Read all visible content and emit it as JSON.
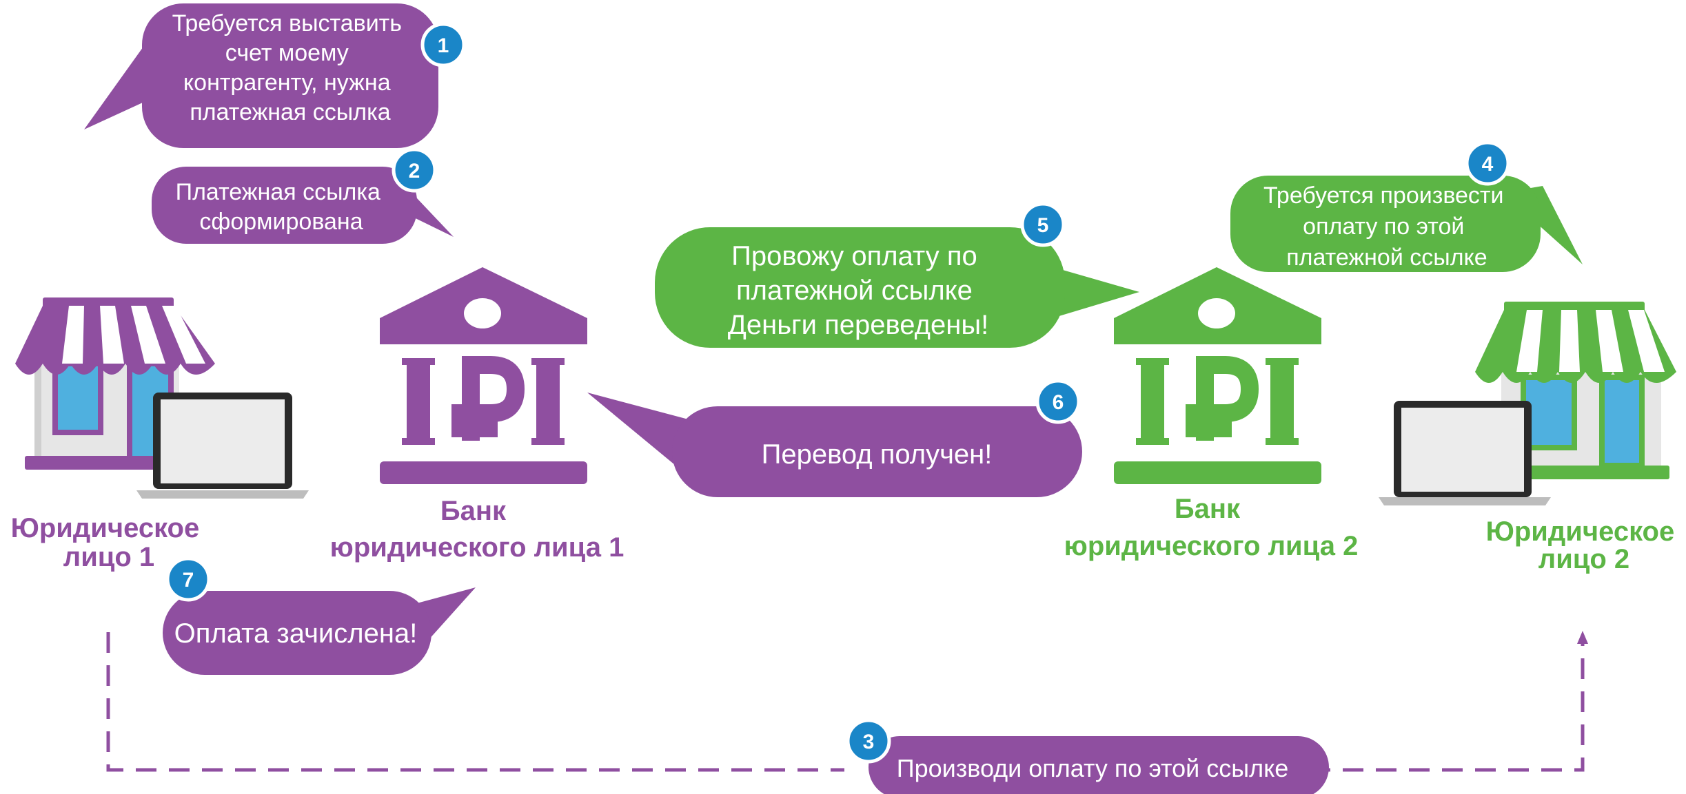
{
  "colors": {
    "purple": "#8f4fa0",
    "green": "#5cb545",
    "badge_blue": "#1a86c8",
    "white": "#ffffff"
  },
  "entities": {
    "company1": {
      "line1": "Юридическое",
      "line2": "лицо 1",
      "icon": "storefront-with-laptop-icon"
    },
    "bank1": {
      "line1": "Банк",
      "line2": "юридического лица 1",
      "icon": "bank-ruble-icon"
    },
    "bank2": {
      "line1": "Банк",
      "line2": "юридического лица 2",
      "icon": "bank-ruble-icon"
    },
    "company2": {
      "line1": "Юридическое",
      "line2": "лицо 2",
      "icon": "storefront-with-laptop-icon"
    }
  },
  "steps": [
    {
      "number": "1",
      "lines": [
        "Требуется выставить",
        "счет моему",
        "контрагенту, нужна",
        "платежная ссылка"
      ]
    },
    {
      "number": "2",
      "lines": [
        "Платежная ссылка",
        "сформирована"
      ]
    },
    {
      "number": "3",
      "lines": [
        "Производи оплату по этой ссылке"
      ]
    },
    {
      "number": "4",
      "lines": [
        "Требуется произвести",
        "оплату по этой",
        "платежной ссылке"
      ]
    },
    {
      "number": "5",
      "lines": [
        "Провожу оплату по",
        "платежной ссылке",
        "Деньги переведены!"
      ]
    },
    {
      "number": "6",
      "lines": [
        "Перевод получен!"
      ]
    },
    {
      "number": "7",
      "lines": [
        "Оплата зачислена!"
      ]
    }
  ]
}
